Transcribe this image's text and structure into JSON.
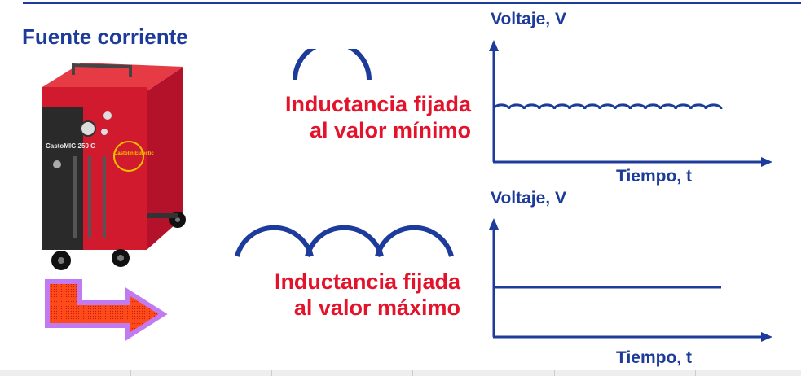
{
  "heading": "Fuente corriente",
  "machine": {
    "model_text": "CastoMIG 250 C",
    "brand_text": "Castolin Eutectic"
  },
  "labels": {
    "min": [
      "Inductancia fijada",
      "al valor mínimo"
    ],
    "max": [
      "Inductancia fijada",
      "al valor máximo"
    ]
  },
  "graphs": [
    {
      "ylabel": "Voltaje, V",
      "xlabel": "Tiempo, t",
      "waveform": "ripple",
      "ripple_cycles": 15
    },
    {
      "ylabel": "Voltaje, V",
      "xlabel": "Tiempo, t",
      "waveform": "flat"
    }
  ],
  "colors": {
    "blue": "#1c3b9a",
    "red": "#e3132c",
    "arrow_fill": "#ff4a1a",
    "arrow_border": "#c27af0"
  }
}
